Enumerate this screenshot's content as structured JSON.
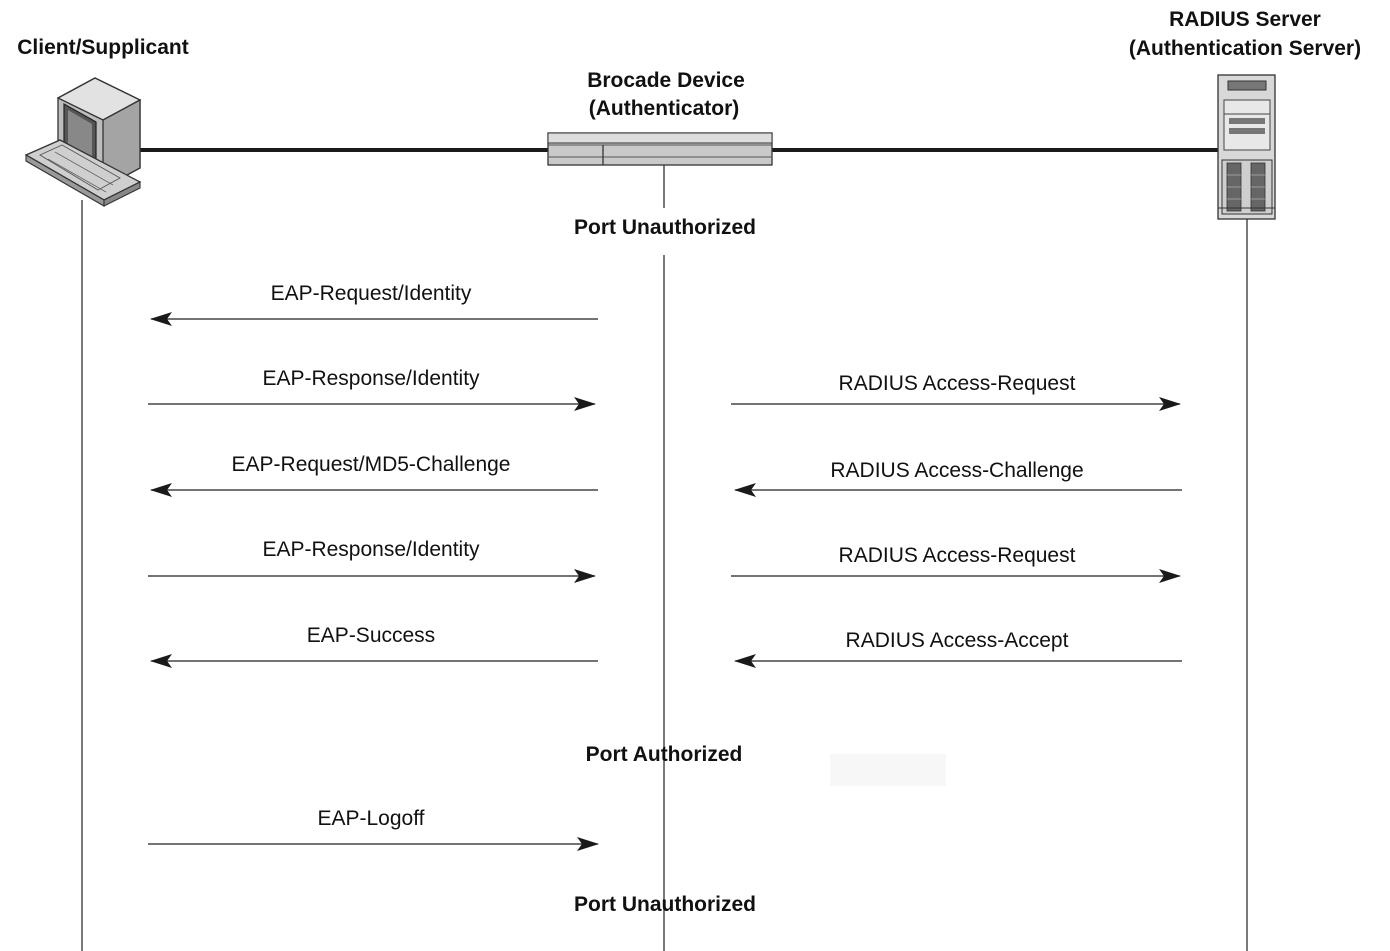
{
  "entities": {
    "client": {
      "label": "Client/Supplicant"
    },
    "device": {
      "label_line1": "Brocade Device",
      "label_line2": "(Authenticator)"
    },
    "server": {
      "label_line1": "RADIUS Server",
      "label_line2": "(Authentication Server)"
    }
  },
  "states": {
    "unauthorized_1": "Port Unauthorized",
    "authorized": "Port Authorized",
    "unauthorized_2": "Port Unauthorized"
  },
  "messages": {
    "left": [
      {
        "label": "EAP-Request/Identity",
        "direction": "to-client"
      },
      {
        "label": "EAP-Response/Identity",
        "direction": "to-device"
      },
      {
        "label": "EAP-Request/MD5-Challenge",
        "direction": "to-client"
      },
      {
        "label": "EAP-Response/Identity",
        "direction": "to-device"
      },
      {
        "label": "EAP-Success",
        "direction": "to-client"
      },
      {
        "label": "EAP-Logoff",
        "direction": "to-device"
      }
    ],
    "right": [
      {
        "label": "RADIUS Access-Request",
        "direction": "to-server"
      },
      {
        "label": "RADIUS Access-Challenge",
        "direction": "to-device"
      },
      {
        "label": "RADIUS Access-Request",
        "direction": "to-server"
      },
      {
        "label": "RADIUS Access-Accept",
        "direction": "to-device"
      }
    ]
  },
  "icons": {
    "client": "computer-icon",
    "device": "switch-icon",
    "server": "server-tower-icon"
  },
  "colors": {
    "line": "#1a1a1a",
    "device_fill": "#c9c9c9",
    "server_fill": "#d8d8d8",
    "computer_fill": "#bdbdbd"
  }
}
